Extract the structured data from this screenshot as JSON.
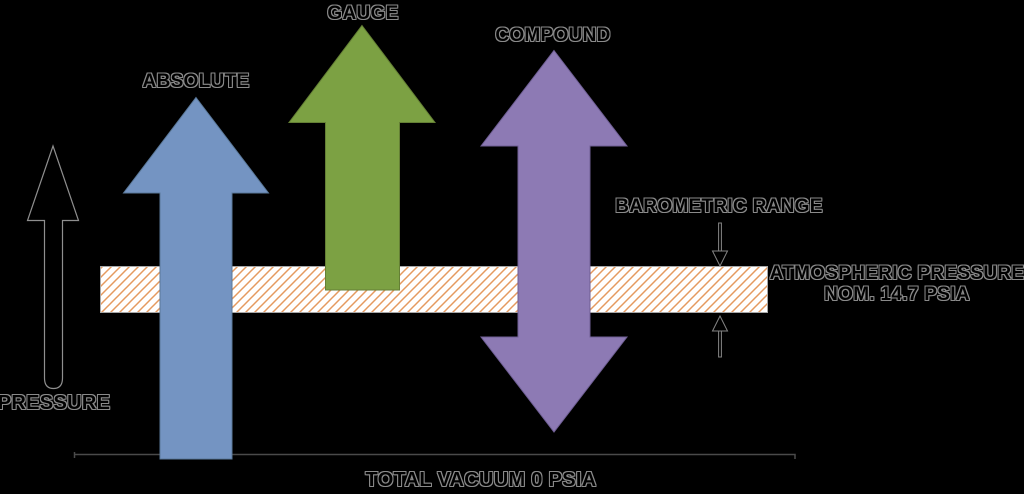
{
  "colors": {
    "background": "#000000",
    "absolute_blue": "#7494c2",
    "gauge_green": "#7ca143",
    "compound_purple": "#8d7ab4",
    "hatch_orange": "#e59a5f"
  },
  "diagram": {
    "pressure_axis_label": "PRESSURE",
    "arrows": {
      "absolute": {
        "label": "ABSOLUTE",
        "color": "#7494c2"
      },
      "gauge": {
        "label": "GAUGE",
        "color": "#7ca143"
      },
      "compound": {
        "label": "COMPOUND",
        "color": "#8d7ab4"
      }
    },
    "barometric_range": {
      "label": "BAROMETRIC RANGE"
    },
    "atmospheric_pressure": {
      "label_line1": "ATMOSPHERIC PRESSURE",
      "label_line2": "NOM. 14.7 PSIA",
      "hatch_color": "#e59a5f"
    },
    "baseline_label": "TOTAL VACUUM 0 PSIA"
  }
}
